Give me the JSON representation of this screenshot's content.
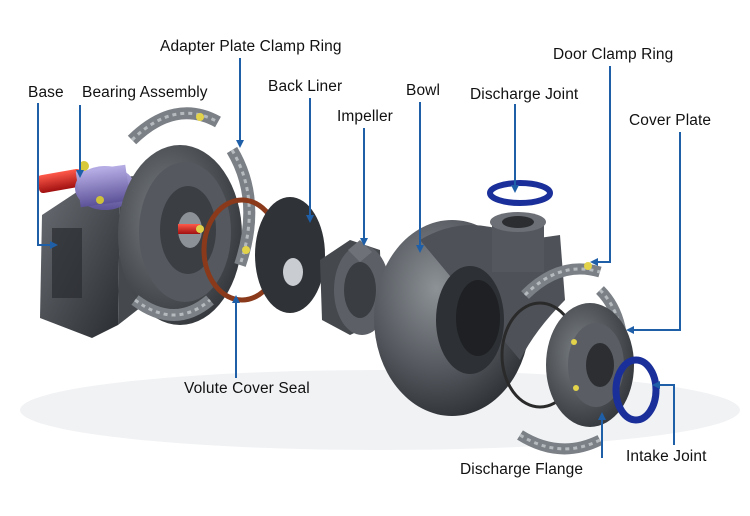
{
  "labels": {
    "base": "Base",
    "bearing_assembly": "Bearing Assembly",
    "adapter_plate_clamp_ring": "Adapter Plate Clamp Ring",
    "back_liner": "Back Liner",
    "impeller": "Impeller",
    "bowl": "Bowl",
    "discharge_joint": "Discharge Joint",
    "door_clamp_ring": "Door Clamp Ring",
    "cover_plate": "Cover Plate",
    "volute_cover_seal": "Volute Cover Seal",
    "discharge_flange": "Discharge Flange",
    "intake_joint": "Intake Joint"
  },
  "colors": {
    "leader": "#1f5fa8",
    "metal_dark": "#3a3d42",
    "metal_mid": "#5c6066",
    "metal_light": "#9aa0a6",
    "shaft_red": "#d42020",
    "bearing_purple": "#8a7fc4",
    "gasket_blue": "#1a2f9a",
    "seal_brown": "#8a3a1a"
  }
}
